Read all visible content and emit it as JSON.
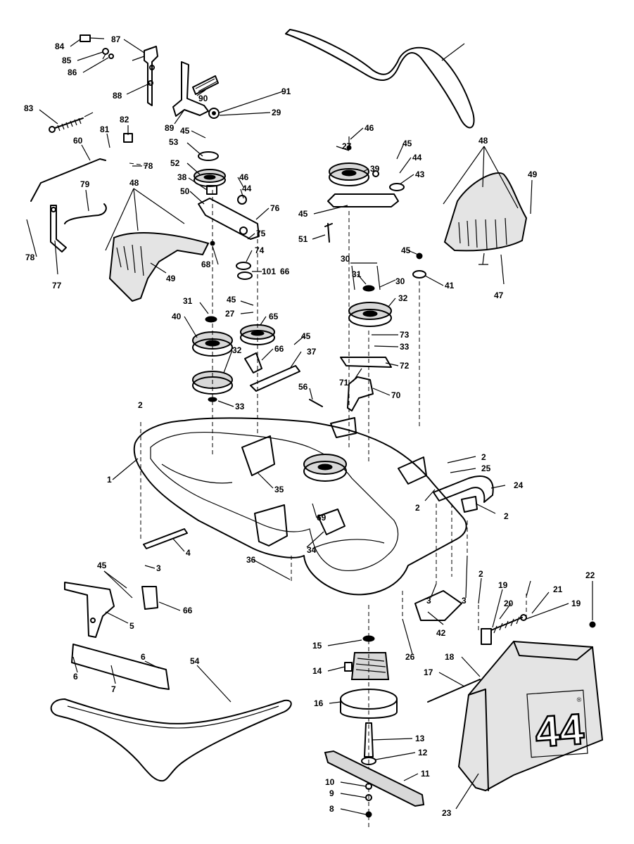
{
  "callouts": [
    "84",
    "87",
    "85",
    "86",
    "88",
    "90",
    "91",
    "89",
    "29",
    "83",
    "82",
    "81",
    "60",
    "78",
    "79",
    "48",
    "78",
    "77",
    "49",
    "53",
    "45",
    "52",
    "38",
    "50",
    "46",
    "44",
    "76",
    "75",
    "74",
    "68",
    "101",
    "46",
    "27",
    "39",
    "45",
    "44",
    "43",
    "45",
    "51",
    "66",
    "48",
    "49",
    "47",
    "30",
    "45",
    "31",
    "30",
    "41",
    "32",
    "73",
    "33",
    "72",
    "71",
    "70",
    "56",
    "31",
    "45",
    "27",
    "65",
    "40",
    "32",
    "66",
    "37",
    "45",
    "33",
    "2",
    "1",
    "35",
    "69",
    "34",
    "2",
    "25",
    "24",
    "2",
    "2",
    "4",
    "3",
    "36",
    "45",
    "5",
    "66",
    "6",
    "7",
    "6",
    "54",
    "3",
    "3",
    "42",
    "26",
    "2",
    "19",
    "21",
    "19",
    "20",
    "22",
    "18",
    "17",
    "15",
    "14",
    "16",
    "13",
    "12",
    "11",
    "10",
    "9",
    "8",
    "23"
  ],
  "decal": {
    "text": "44",
    "mark": "®"
  }
}
